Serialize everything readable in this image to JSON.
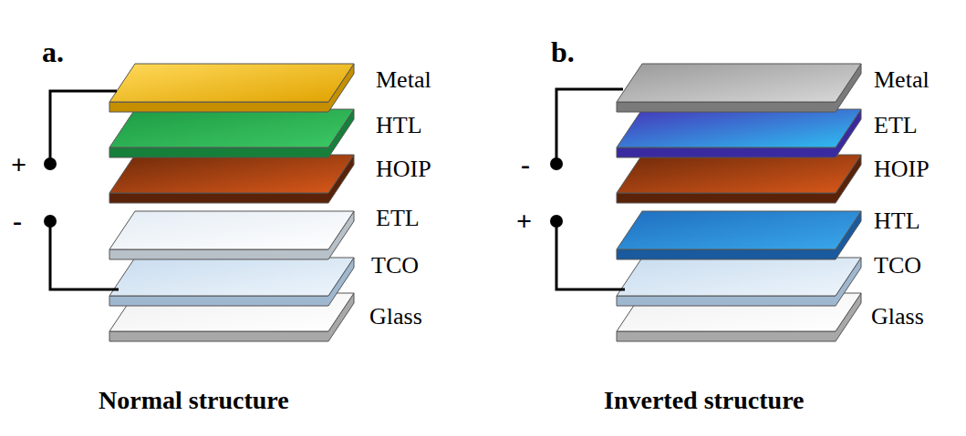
{
  "diagram": {
    "labels": [
      "a.",
      "Metal",
      "HTL",
      "HOIP",
      "ETL",
      "TCO",
      "Glass",
      "+",
      "-",
      "Normal structure",
      "b.",
      "Metal",
      "ETL",
      "HOIP",
      "HTL",
      "TCO",
      "Glass",
      "-",
      "+",
      "Inverted structure"
    ]
  }
}
